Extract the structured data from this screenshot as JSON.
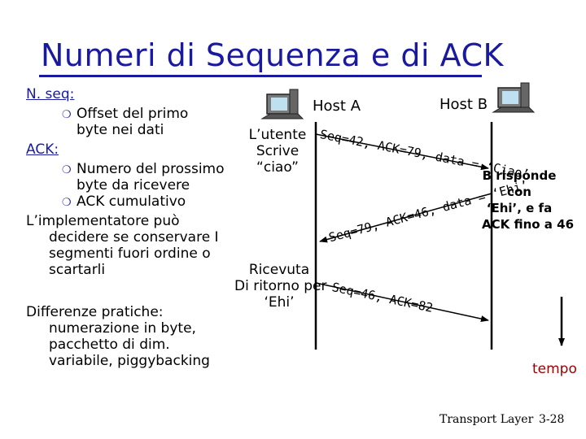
{
  "title": "Numeri di Sequenza e di ACK",
  "left": {
    "seq_heading": "N. seq:",
    "seq_bullet": "Offset del primo",
    "seq_bullet_cont": "byte nei dati",
    "ack_heading": "ACK:",
    "ack_bullet1_line1": "Numero del prossimo",
    "ack_bullet1_line2": "byte da ricevere",
    "ack_bullet2": "ACK cumulativo",
    "impl_line1": "L’implementatore può",
    "impl_line2": "decidere se conservare I",
    "impl_line3": "segmenti fuori ordine o",
    "impl_line4": "scartarli",
    "diff_line1": "Differenze pratiche:",
    "diff_line2": "numerazione in byte,",
    "diff_line3": "pacchetto di dim.",
    "diff_line4": "variabile, piggybacking"
  },
  "diagram": {
    "host_a": "Host A",
    "host_b": "Host B",
    "utente_line1": "L’utente",
    "utente_line2": "Scrive",
    "utente_line3": "“ciao”",
    "msg1": "Seq=42, ACK=79, data = ‘Ciao’",
    "msg2": "Seq=79, ACK=46, data = ‘Ehi’",
    "msg3": "Seq=46, ACK=82",
    "b_line1": "B risponde",
    "b_line2": "con",
    "b_line3": "‘Ehi’, e fa",
    "b_line4": "ACK fino a 46",
    "ric_line1": "Ricevuta",
    "ric_line2": "Di ritorno per",
    "ric_line3": "‘Ehi’",
    "time_label": "tempo",
    "icon_host_a": "computer-icon",
    "icon_host_b": "computer-icon"
  },
  "footer": {
    "left": "Transport Layer",
    "right": "3-28"
  },
  "colors": {
    "title": "#1a1aa0",
    "time": "#a00000",
    "bullet": "#1a1aa0"
  }
}
